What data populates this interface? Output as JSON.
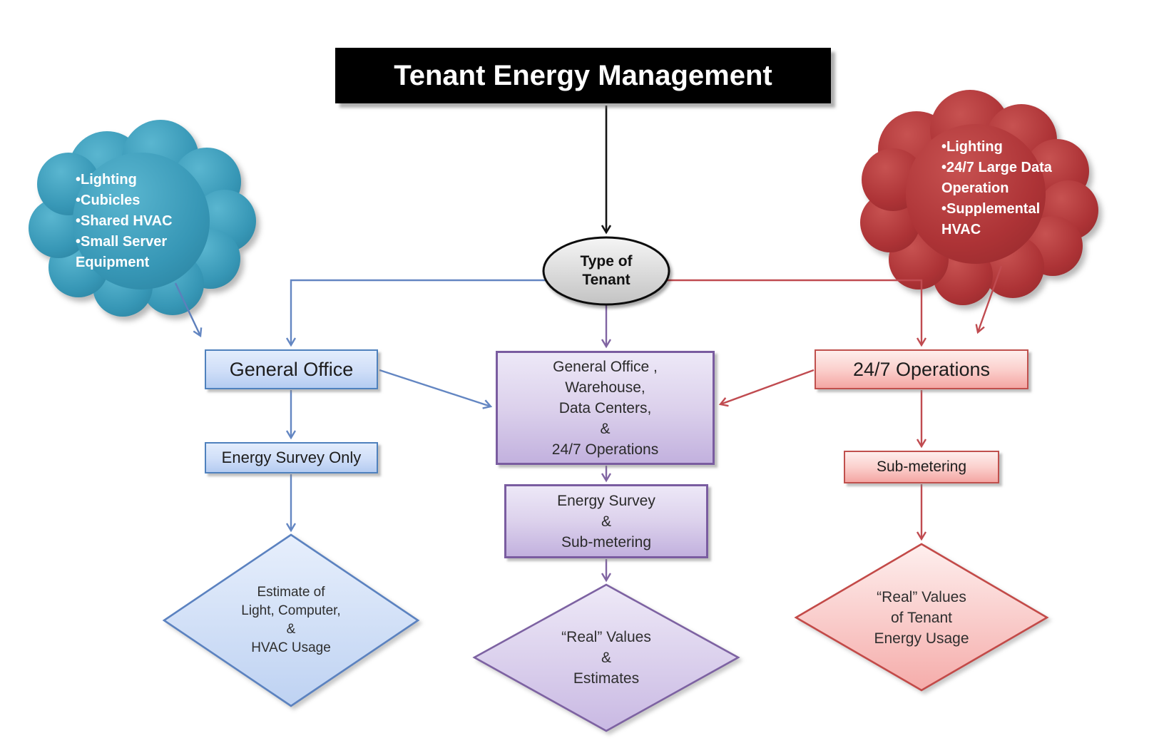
{
  "title": "Tenant Energy Management",
  "ellipse": {
    "line1": "Type of",
    "line2": "Tenant"
  },
  "clouds": {
    "left": {
      "items": [
        "•Lighting",
        "•Cubicles",
        "•Shared HVAC",
        "•Small Server Equipment"
      ]
    },
    "right": {
      "items": [
        "•Lighting",
        "•24/7 Large Data Operation",
        "•Supplemental HVAC"
      ]
    }
  },
  "branches": {
    "left": {
      "box1": "General Office",
      "box2": "Energy Survey Only",
      "diamond": [
        "Estimate of",
        "Light, Computer,",
        "&",
        "HVAC Usage"
      ]
    },
    "center": {
      "box1": [
        "General Office ,",
        "Warehouse,",
        "Data Centers,",
        "&",
        "24/7 Operations"
      ],
      "box2": [
        "Energy Survey",
        "&",
        "Sub-metering"
      ],
      "diamond": [
        "“Real” Values",
        "&",
        "Estimates"
      ]
    },
    "right": {
      "box1": "24/7 Operations",
      "box2": "Sub-metering",
      "diamond": [
        "“Real” Values",
        "of Tenant",
        "Energy Usage"
      ]
    }
  },
  "colors": {
    "blue_accent": "#4F81BD",
    "red_accent": "#C0504D",
    "purple_accent": "#8064A2",
    "teal_cloud": "#3B9DBD",
    "darkred_cloud": "#B03A3C",
    "title_bg": "#000000",
    "title_text": "#FFFFFF"
  }
}
